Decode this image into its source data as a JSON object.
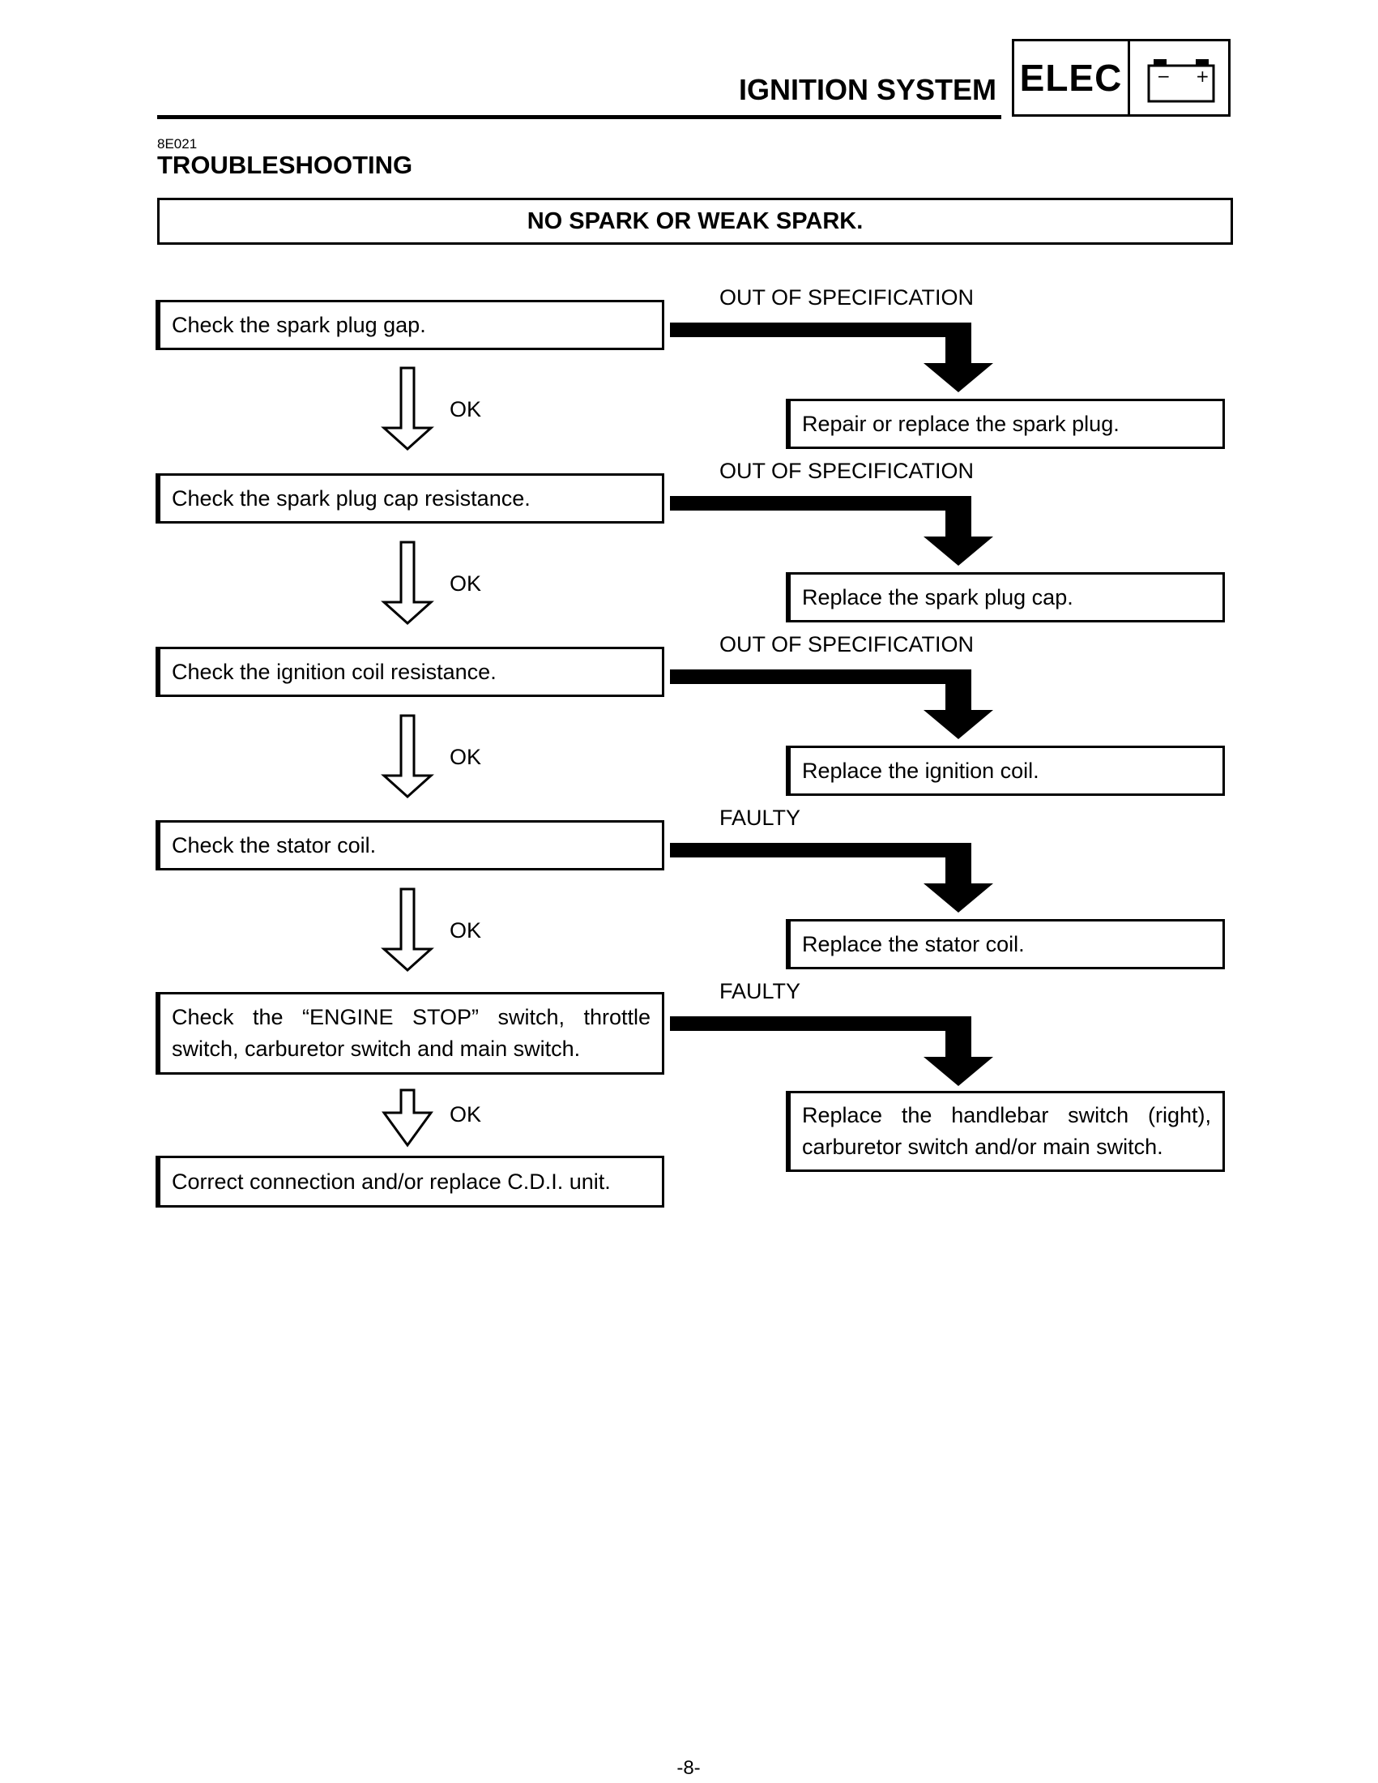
{
  "header": {
    "title": "IGNITION SYSTEM",
    "badge": "ELEC",
    "battery_minus": "−",
    "battery_plus": "+",
    "battery_icon": "battery-icon"
  },
  "section": {
    "code": "8E021",
    "title": "TROUBLESHOOTING"
  },
  "banner": "NO SPARK OR WEAK SPARK.",
  "checks": [
    "Check the spark plug gap.",
    "Check the spark plug cap resistance.",
    "Check the ignition coil resistance.",
    "Check the stator coil.",
    "Check the “ENGINE STOP” switch, throttle switch, carburetor switch and main switch.",
    "Correct connection and/or replace C.D.I. unit."
  ],
  "ok_label": "OK",
  "conditions": [
    "OUT OF SPECIFICATION",
    "OUT OF SPECIFICATION",
    "OUT OF SPECIFICATION",
    "FAULTY",
    "FAULTY"
  ],
  "remedies": [
    "Repair or replace the spark plug.",
    "Replace the spark plug cap.",
    "Replace the ignition coil.",
    "Replace the stator coil.",
    "Replace the handlebar switch (right), carburetor switch and/or main switch."
  ],
  "page_number": "-8-"
}
